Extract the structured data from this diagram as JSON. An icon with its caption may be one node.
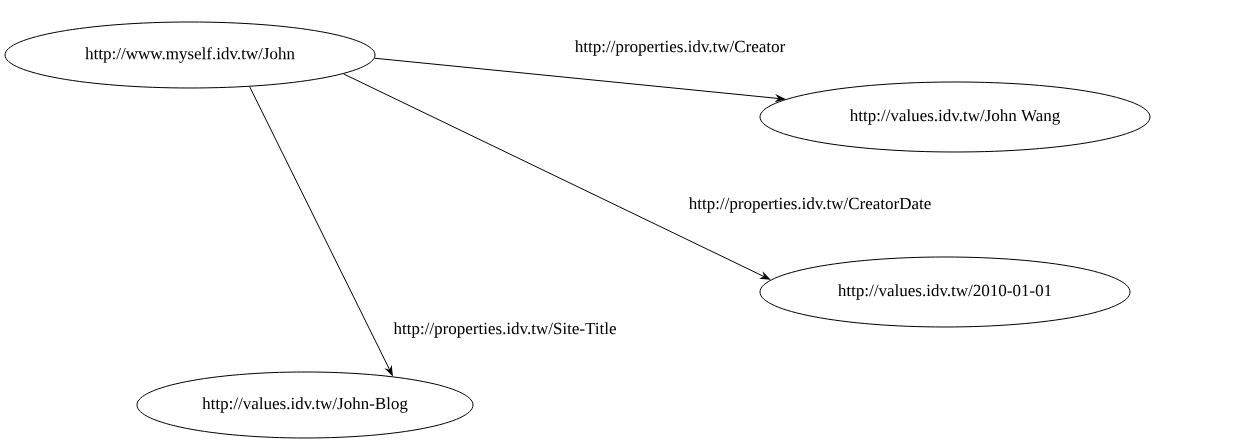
{
  "diagram": {
    "nodes": [
      {
        "text": [
          "http://www.myself.idv.tw/John"
        ]
      },
      {
        "text": [
          "http://values.idv.tw/John Wang"
        ]
      },
      {
        "text": [
          "http://values.idv.tw/2010-01-01"
        ]
      },
      {
        "text": [
          "http://values.idv.tw/John-Blog"
        ]
      }
    ],
    "edges": [
      {
        "from": 0,
        "to": 1,
        "arrow": "to",
        "label": "http://properties.idv.tw/Creator"
      },
      {
        "from": 0,
        "to": 2,
        "arrow": "to",
        "label": "http://properties.idv.tw/CreatorDate"
      },
      {
        "from": 0,
        "to": 3,
        "arrow": "to",
        "label": "http://properties.idv.tw/Site-Title"
      }
    ]
  }
}
